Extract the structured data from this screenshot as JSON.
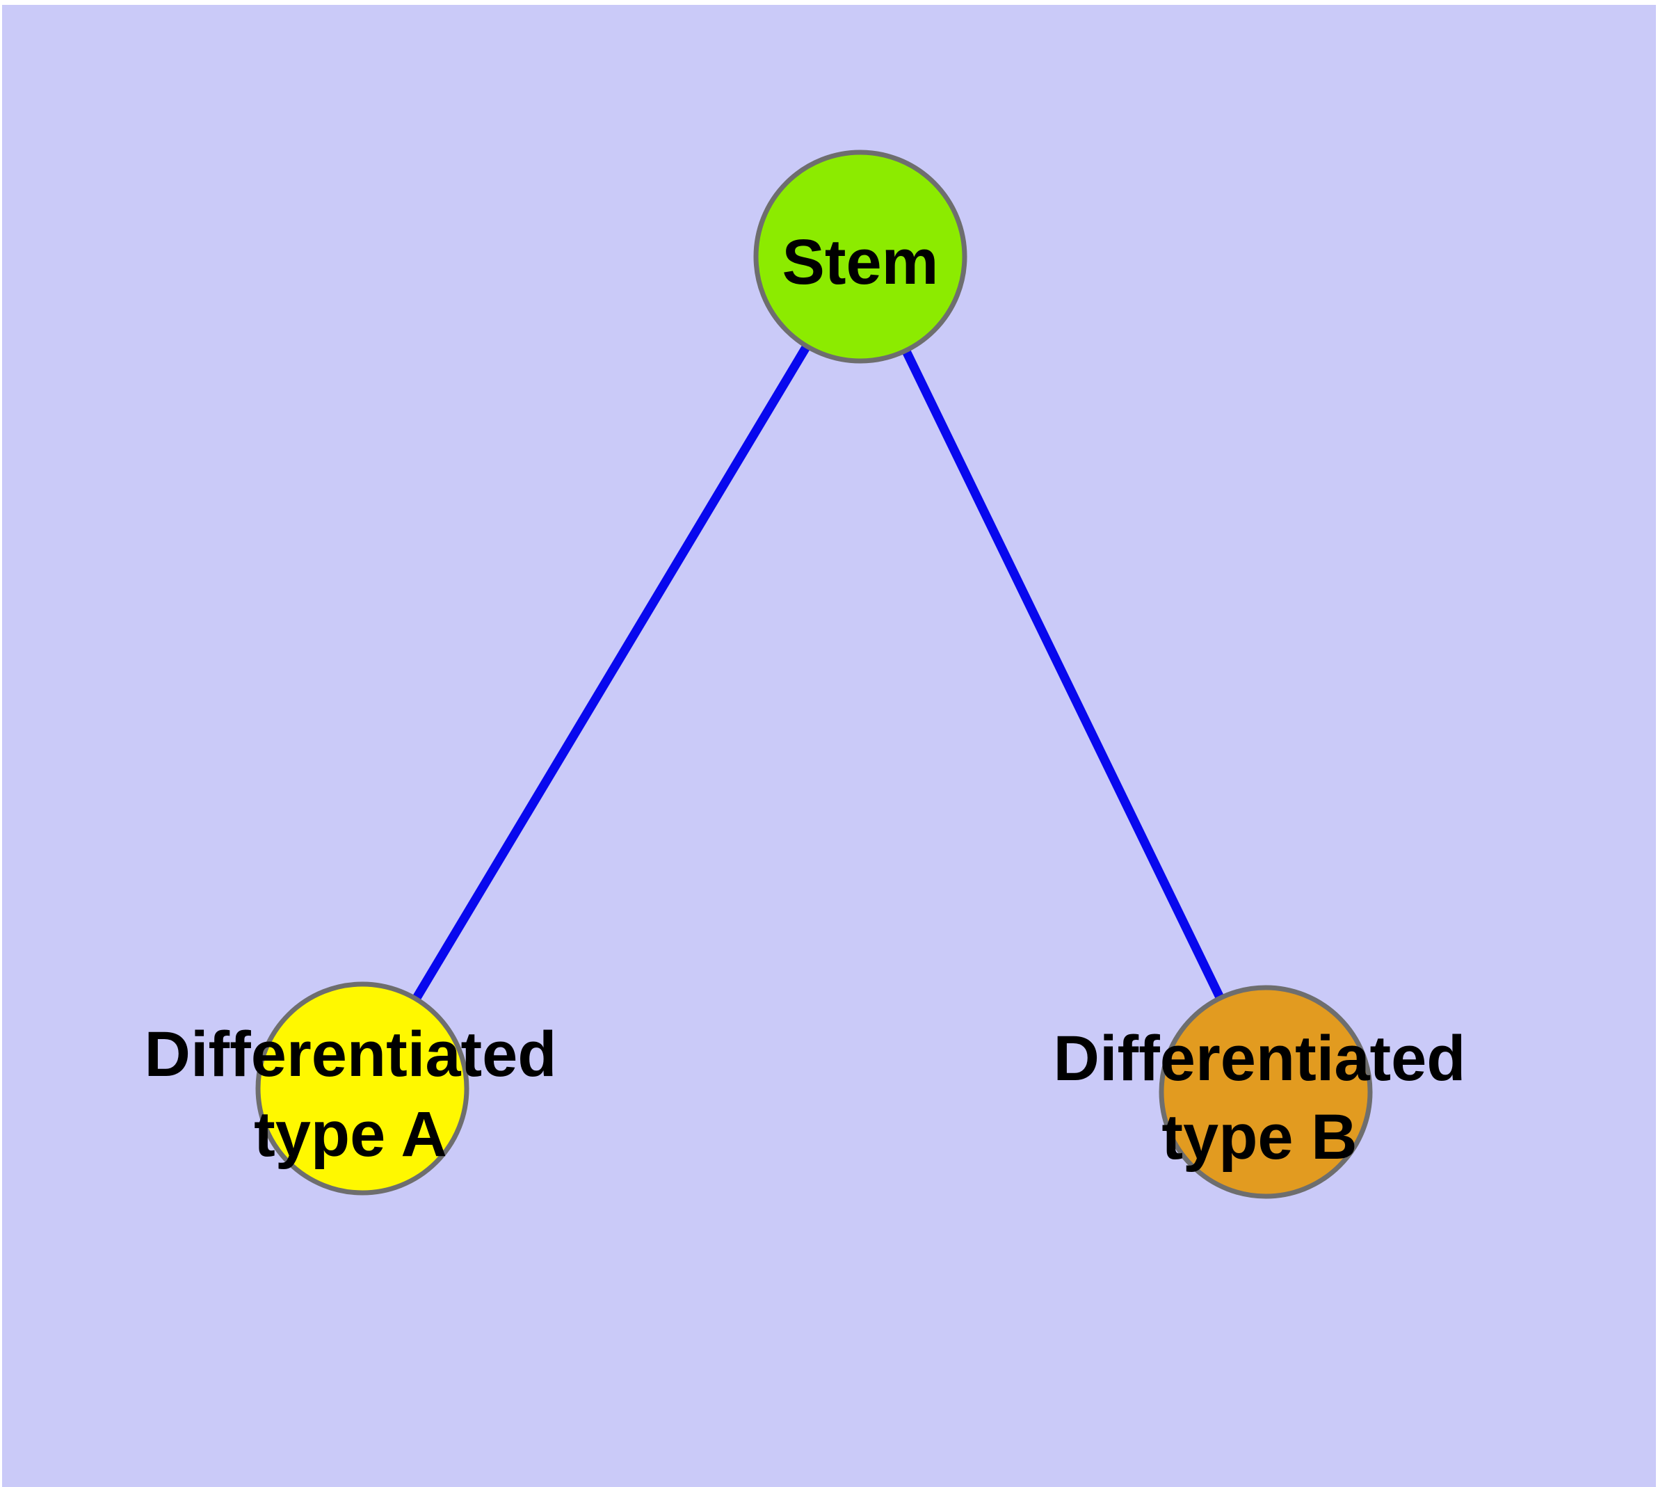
{
  "diagram": {
    "type": "node-link-graph",
    "colors": {
      "frame": "#ffffff",
      "background": "#cacaf8",
      "edge": "#0808ee",
      "node_border": "#6e6e6e",
      "label": "#000000",
      "stem_fill": "#8ceb00",
      "type_a_fill": "#fff800",
      "type_b_fill": "#e29b20"
    },
    "nodes": [
      {
        "id": "stem",
        "label": "Stem",
        "fill": "#8ceb00"
      },
      {
        "id": "differentiated-type-a",
        "label": "Differentiated type A",
        "label_line1": "Differentiated",
        "label_line2": "type A",
        "fill": "#fff800"
      },
      {
        "id": "differentiated-type-b",
        "label": "Differentiated type B",
        "label_line1": "Differentiated",
        "label_line2": "type B",
        "fill": "#e29b20"
      }
    ],
    "edges": [
      {
        "source": "Stem",
        "target": "Differentiated type A"
      },
      {
        "source": "Stem",
        "target": "Differentiated type B"
      }
    ]
  }
}
